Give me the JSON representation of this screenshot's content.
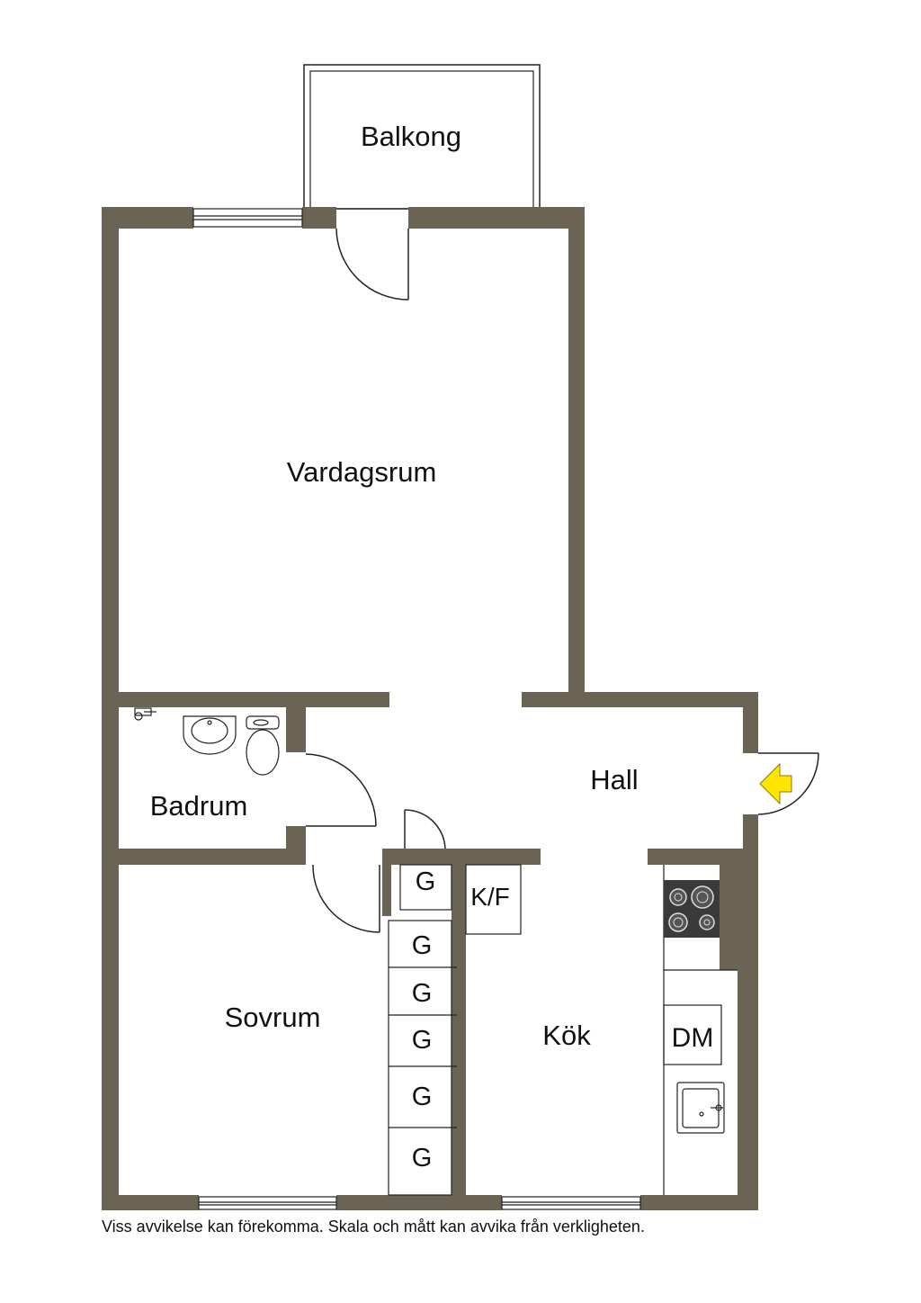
{
  "rooms": {
    "balcony": "Balkong",
    "living_room": "Vardagsrum",
    "hall": "Hall",
    "bathroom": "Badrum",
    "bedroom": "Sovrum",
    "kitchen": "Kök"
  },
  "fixtures": {
    "fridge_freezer": "K/F",
    "dishwasher": "DM",
    "closets": [
      "G",
      "G",
      "G",
      "G",
      "G",
      "G"
    ]
  },
  "disclaimer": "Viss avvikelse kan förekomma. Skala och mått kan avvika från verkligheten.",
  "colors": {
    "wall": "#6b6353",
    "line": "#222222",
    "entrance_arrow": "#ffe600",
    "background": "#ffffff"
  }
}
